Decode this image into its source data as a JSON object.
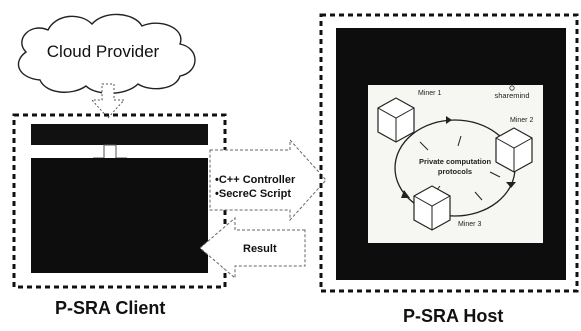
{
  "cloud": {
    "label": "Cloud Provider"
  },
  "commands": {
    "line1": "•C++ Controller",
    "line2": "•SecreC Script"
  },
  "result": {
    "label": "Result"
  },
  "host": {
    "logo": "sharemind",
    "miners": [
      "Miner 1",
      "Miner 2",
      "Miner 3"
    ],
    "protocol_label": [
      "Private computation",
      "protocols"
    ]
  },
  "captions": {
    "client": "P-SRA Client",
    "host": "P-SRA Host"
  },
  "colors": {
    "frame": "#111111",
    "panel": "#0d0d0d",
    "inner": "#f6f6f2"
  }
}
